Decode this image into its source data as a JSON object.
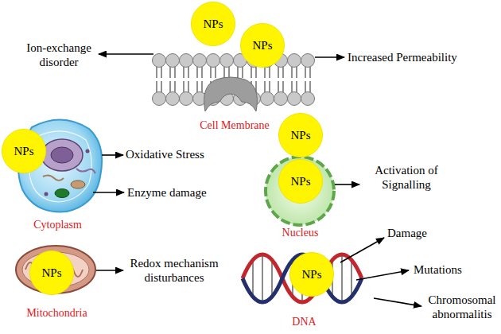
{
  "diagram": {
    "nodes": [
      {
        "text": [
          "Cell Membrane"
        ]
      },
      {
        "text": [
          "NPs"
        ],
        "in": 0
      },
      {
        "text": [
          "NPs"
        ],
        "in": 0
      },
      {
        "text": [
          "Cytoplasm"
        ]
      },
      {
        "text": [
          "NPs"
        ],
        "in": 3
      },
      {
        "text": [
          "Nucleus"
        ]
      },
      {
        "text": [
          "NPs"
        ],
        "in": 5
      },
      {
        "text": [
          "NPs"
        ],
        "in": 5
      },
      {
        "text": [
          "Mitochondria"
        ]
      },
      {
        "text": [
          "NPs"
        ],
        "in": 8
      },
      {
        "text": [
          "DNA"
        ]
      },
      {
        "text": [
          "NPs"
        ],
        "in": 10
      }
    ],
    "labels": [
      "Ion-exchange disorder",
      "Increased Permeability",
      "Oxidative Stress",
      "Enzyme damage",
      "Activation of Signalling",
      "Redox mechanism disturbances",
      "Damage",
      "Mutations",
      "Chromosomal abnormalitis"
    ]
  }
}
